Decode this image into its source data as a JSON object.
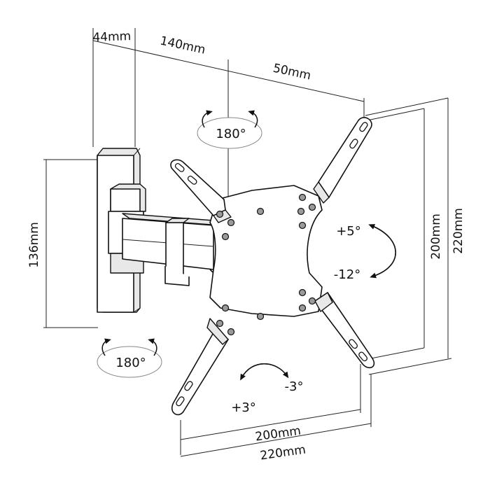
{
  "dimensions": {
    "depth_min": "44mm",
    "arm_length": "140mm",
    "offset": "50mm",
    "wall_plate_height": "136mm",
    "vesa_vertical_inner": "200mm",
    "vesa_vertical_outer": "220mm",
    "vesa_horizontal_inner": "200mm",
    "vesa_horizontal_outer": "220mm"
  },
  "angles": {
    "swivel_top": "180°",
    "swivel_bottom": "180°",
    "tilt_up": "+5°",
    "tilt_down": "-12°",
    "rotate_ccw": "+3°",
    "rotate_cw": "-3°"
  },
  "colors": {
    "line": "#111111",
    "shade": "#e8e8e8",
    "screw": "#9a9a9a"
  }
}
